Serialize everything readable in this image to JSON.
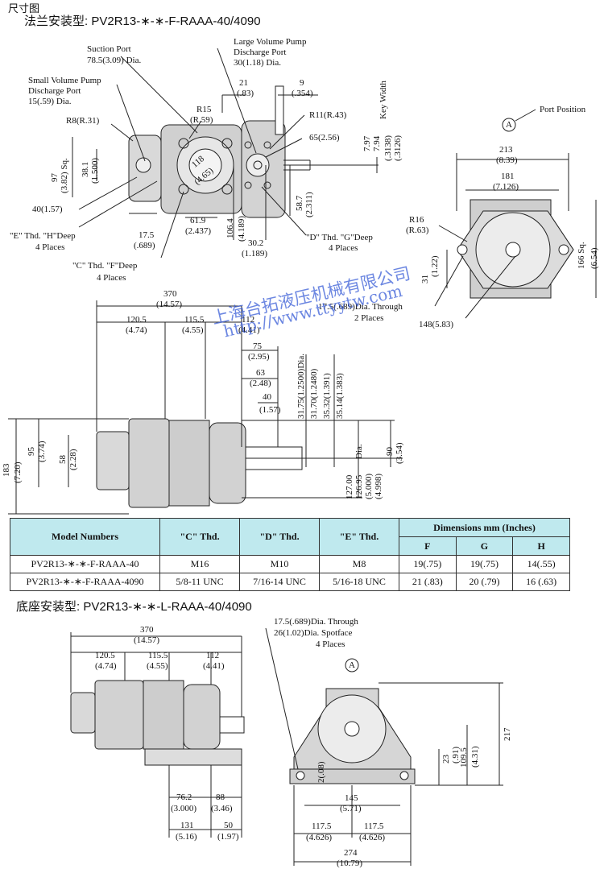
{
  "header": {
    "title": "尺寸图",
    "flange_title": "法兰安装型: PV2R13-∗-∗-F-RAAA-40/4090",
    "foot_title": "底座安装型: PV2R13-∗-∗-L-RAAA-40/4090"
  },
  "watermark": {
    "line1": "上海台拓液压机械有限公司",
    "line2": "http://www.ttyytw.com"
  },
  "front_labels": {
    "suction": "Suction Port",
    "suction_dim": "78.5(3.09) Dia.",
    "large": "Large Volume Pump",
    "large2": "Discharge Port",
    "large_dim": "30(1.18) Dia.",
    "small": "Small Volume Pump",
    "small2": "Discharge Port",
    "small_dim": "15(.59) Dia.",
    "r8": "R8(R.31)",
    "r15": "R15",
    "r15b": "(R.59)",
    "r11": "R11(R.43)",
    "d65": "65(2.56)",
    "d21": "21",
    "d21b": "(.83)",
    "d9": "9",
    "d9b": "(.354)",
    "d97": "97",
    "d97b": "(3.82) Sq.",
    "d381": "38.1",
    "d381b": "(1.500)",
    "d118": "118",
    "d118b": "(4.65)",
    "d40": "40(1.57)",
    "d175": "17.5",
    "d175b": "(.689)",
    "d619": "61.9",
    "d619b": "(2.437)",
    "d1064": "106.4",
    "d1064b": "(4.189)",
    "d302": "30.2",
    "d302b": "(1.189)",
    "d587": "58.7",
    "d587b": "(2.311)",
    "d797": "7.97",
    "d794": "7.94",
    "d3138": "(.3138)",
    "d3126": "(.3126)",
    "keywidth": "Key Width",
    "e_thd": "\"E\" Thd. \"H\"Deep",
    "e_places": "4 Places",
    "c_thd": "\"C\" Thd. \"F\"Deep",
    "c_places": "4 Places",
    "d_thd": "\"D\" Thd. \"G\"Deep",
    "d_places": "4 Places"
  },
  "side_labels": {
    "port_pos": "Port Position",
    "port_letter": "A",
    "d213": "213",
    "d213b": "(8.39)",
    "d181": "181",
    "d181b": "(7.126)",
    "r16": "R16",
    "r16b": "(R.63)",
    "d31": "31",
    "d31b": "(1.22)",
    "d166": "166 Sq.",
    "d166b": "(6.54)",
    "hole": "17.5(.689)Dia. Through",
    "hole2": "2 Places",
    "d148": "148(5.83)"
  },
  "elev_labels": {
    "d370": "370",
    "d370b": "(14.57)",
    "d1205": "120.5",
    "d1205b": "(4.74)",
    "d1155": "115.5",
    "d1155b": "(4.55)",
    "d112": "112",
    "d112b": "(4.41)",
    "d75": "75",
    "d75b": "(2.95)",
    "d63": "63",
    "d63b": "(2.48)",
    "d40": "40",
    "d40b": "(1.57)",
    "v1": "31.75(1.2500)Dia.",
    "v2": "31.70(1.2480)",
    "v3": "35.32(1.391)",
    "v4": "35.14(1.383)",
    "d183": "183",
    "d183b": "(7.20)",
    "d95": "95",
    "d95b": "(3.74)",
    "d58": "58",
    "d58b": "(2.28)",
    "d127": "127.00",
    "d127b": "126.95",
    "d127c": "(5.000)",
    "d127d": "(4.998)",
    "dia": "Dia.",
    "d90": "90",
    "d90b": "(3.54)"
  },
  "table": {
    "headers": [
      "Model Numbers",
      "\"C\" Thd.",
      "\"D\" Thd.",
      "\"E\" Thd.",
      "Dimensions    mm (Inches)"
    ],
    "sub": [
      "F",
      "G",
      "H"
    ],
    "rows": [
      [
        "PV2R13-∗-∗-F-RAAA-40",
        "M16",
        "M10",
        "M8",
        "19(.75)",
        "19(.75)",
        "14(.55)"
      ],
      [
        "PV2R13-∗-∗-F-RAAA-4090",
        "5/8-11 UNC",
        "7/16-14 UNC",
        "5/16-18 UNC",
        "21 (.83)",
        "20 (.79)",
        "16 (.63)"
      ]
    ]
  },
  "foot_labels": {
    "d370": "370",
    "d370b": "(14.57)",
    "d1205": "120.5",
    "d1205b": "(4.74)",
    "d1155": "115.5",
    "d1155b": "(4.55)",
    "d112": "112",
    "d112b": "(4.41)",
    "d762": "76.2",
    "d762b": "(3.000)",
    "d88": "88",
    "d88b": "(3.46)",
    "d131": "131",
    "d131b": "(5.16)",
    "d50": "50",
    "d50b": "(1.97)",
    "hole": "17.5(.689)Dia. Through",
    "hole2": "26(1.02)Dia. Spotface",
    "hole3": "4 Places",
    "port_letter": "A",
    "d2": "2(.08)",
    "d23": "23",
    "d23b": "(.91)",
    "d1095": "109.5",
    "d1095b": "(4.31)",
    "d217": "217",
    "d145": "145",
    "d145b": "(5.71)",
    "d1175a": "117.5",
    "d1175ab": "(4.626)",
    "d1175b": "117.5",
    "d1175bb": "(4.626)",
    "d274": "274",
    "d274b": "(10.79)"
  }
}
